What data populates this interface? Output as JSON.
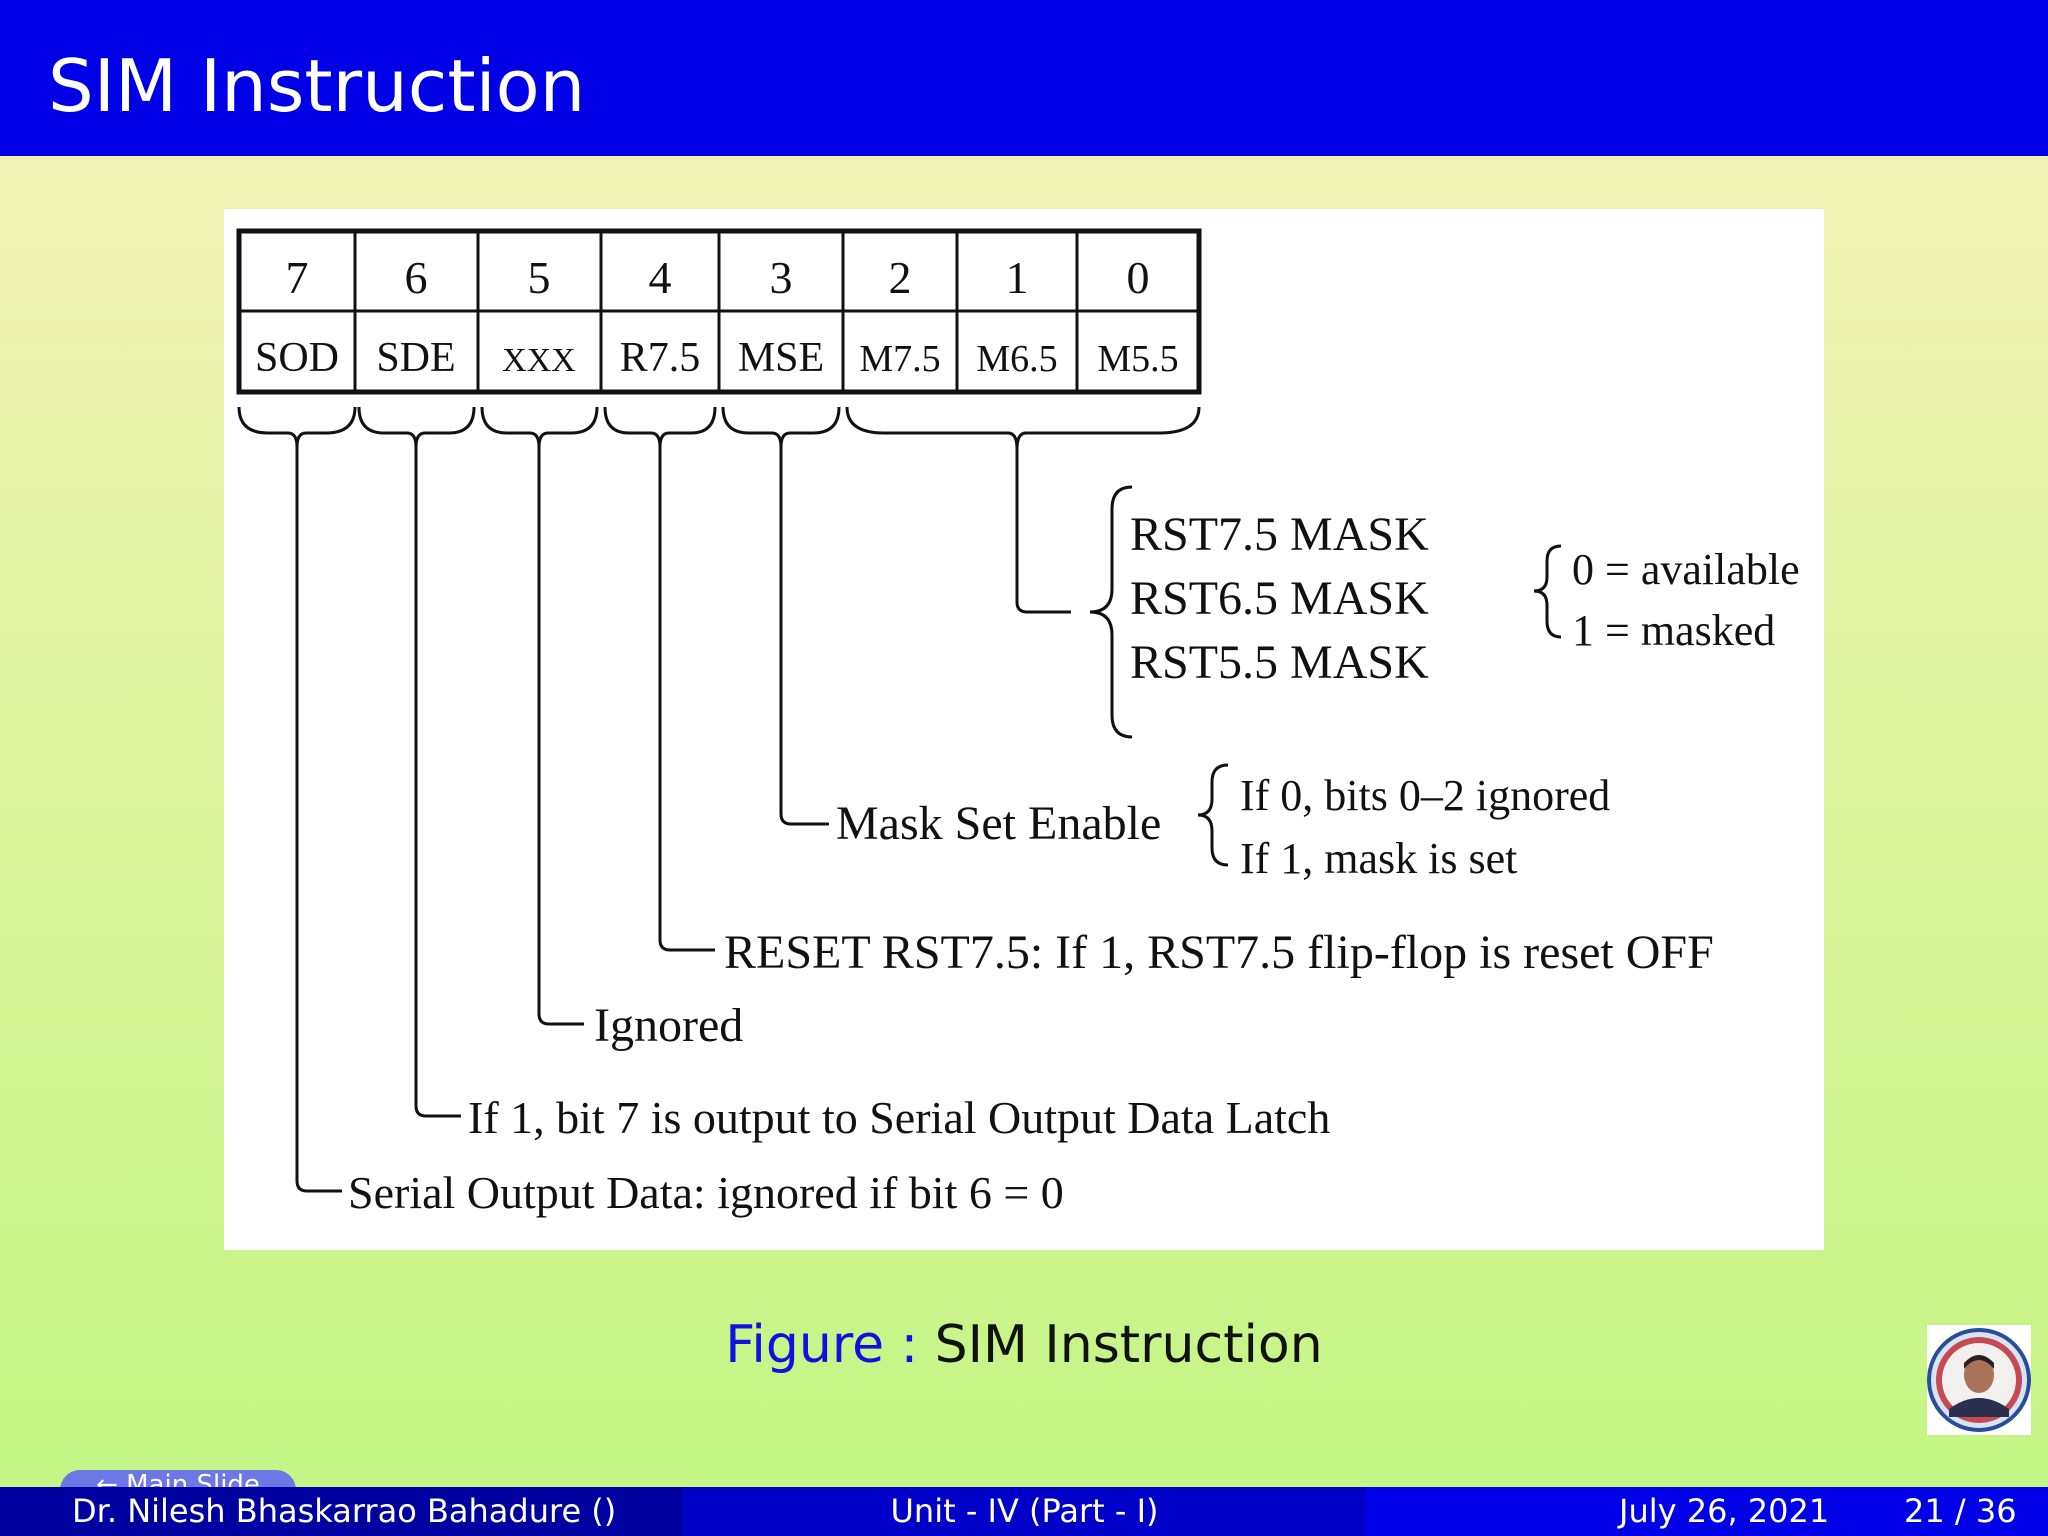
{
  "slide": {
    "title": "SIM Instruction"
  },
  "figure": {
    "bits": [
      "7",
      "6",
      "5",
      "4",
      "3",
      "2",
      "1",
      "0"
    ],
    "fields": [
      "SOD",
      "SDE",
      "XXX",
      "R7.5",
      "MSE",
      "M7.5",
      "M6.5",
      "M5.5"
    ],
    "masks": [
      "RST7.5 MASK",
      "RST6.5 MASK",
      "RST5.5 MASK"
    ],
    "mask_values": [
      "0 = available",
      "1 = masked"
    ],
    "mse_label": "Mask Set Enable",
    "mse_options": [
      "If 0, bits 0–2 ignored",
      "If 1, mask is set"
    ],
    "reset_label": "RESET RST7.5: If 1, RST7.5 flip-flop is reset OFF",
    "ignored_label": "Ignored",
    "sde_label": "If 1, bit 7 is output to Serial Output Data Latch",
    "sod_label": "Serial Output Data: ignored if bit 6 = 0"
  },
  "caption": {
    "label": "Figure :",
    "text": "SIM Instruction"
  },
  "nav": {
    "main_slide": "← Main Slide"
  },
  "footer": {
    "author": "Dr. Nilesh Bhaskarrao Bahadure ()",
    "unit": "Unit - IV (Part - I)",
    "date": "July 26, 2021",
    "pages": "21 / 36"
  },
  "icons": {
    "avatar": "presenter-avatar-icon"
  },
  "colors": {
    "title_bar": "#0000e6",
    "footer_left": "#0000a0",
    "footer_mid": "#0000c8",
    "footer_right": "#0000e6",
    "caption_label": "#1010e0"
  }
}
